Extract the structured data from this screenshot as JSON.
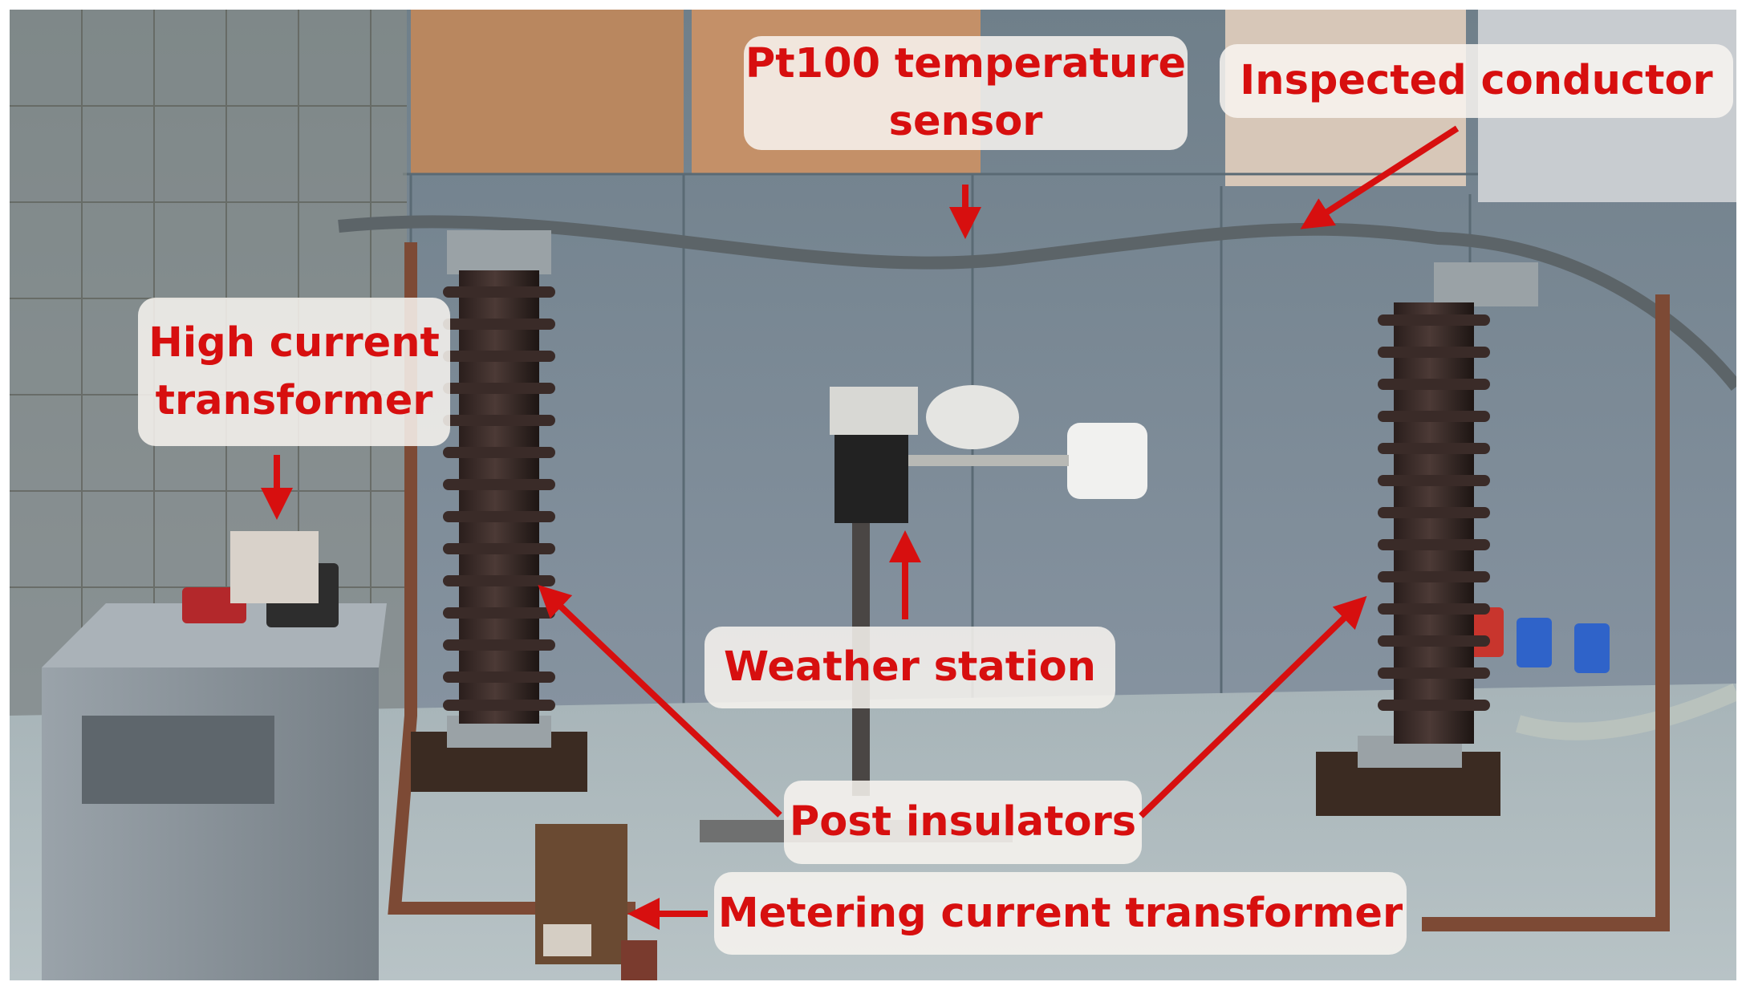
{
  "labels": {
    "pt100": {
      "line1": "Pt100 temperature",
      "line2": "sensor"
    },
    "inspected_conductor": "Inspected conductor",
    "high_current": {
      "line1": "High current",
      "line2": "transformer"
    },
    "weather_station": "Weather station",
    "post_insulators": "Post insulators",
    "metering": "Metering current transformer"
  },
  "colors": {
    "label_text": "#d70f0f",
    "arrow": "#d70f0f",
    "label_background": "#f8f4f0"
  }
}
